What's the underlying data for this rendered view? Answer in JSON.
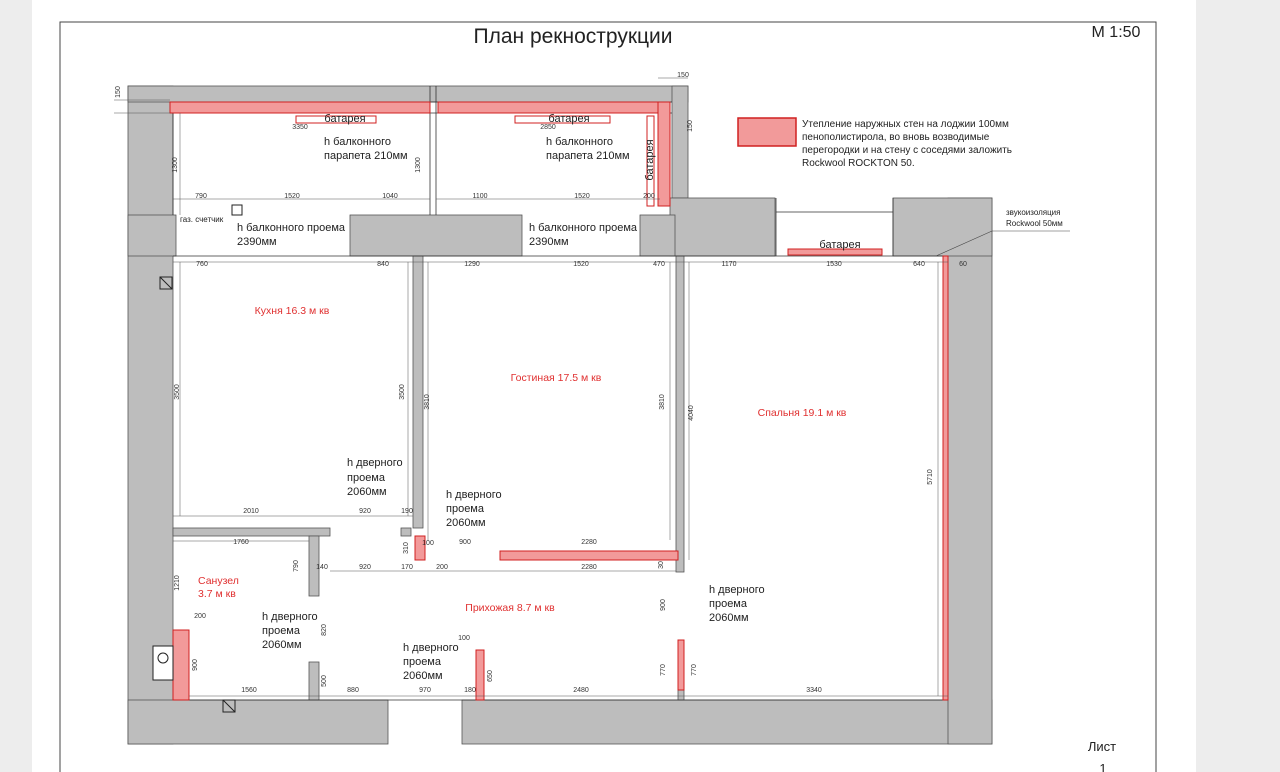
{
  "sheet": {
    "title": "План рекнострукции",
    "scale": "М 1:50",
    "sheet_label": "Лист",
    "sheet_number": "1"
  },
  "legend": {
    "swatch_color": "#f29a9a",
    "lines": [
      "Утепление наружных стен на лоджии 100мм",
      "пенополистирола, во вновь возводимые",
      "перегородки и на стену с соседями заложить",
      "Rockwool ROCKTON 50."
    ]
  },
  "rooms": {
    "kitchen": "Кухня 16.3 м кв",
    "living": "Гостиная 17.5 м кв",
    "bedroom": "Спальня 19.1 м кв",
    "bathroom": [
      "Санузел",
      "3.7 м кв"
    ],
    "hallway": "Прихожая 8.7 м кв"
  },
  "labels": {
    "radiator": "батарея",
    "gas_meter": "газ. счетчик",
    "parapet": [
      "h балконного",
      "парапета 210мм"
    ],
    "balcony_opening": [
      "h балконного проема",
      "2390мм"
    ],
    "door_opening": [
      "h дверного",
      "проема",
      "2060мм"
    ],
    "soundproofing": [
      "звукоизоляция",
      "Rockwool 50мм"
    ]
  },
  "dimensions": {
    "d150a": "150",
    "d150b": "150",
    "d150c": "150",
    "d3350": "3350",
    "d2850": "2850",
    "d1300a": "1300",
    "d1300b": "1300",
    "d790": "790",
    "d1520a": "1520",
    "d1040": "1040",
    "d1100": "1100",
    "d1520b": "1520",
    "d200a": "200",
    "d760": "760",
    "d840": "840",
    "d1290": "1290",
    "d1520c": "1520",
    "d470": "470",
    "d1170": "1170",
    "d1530": "1530",
    "d640": "640",
    "d60": "60",
    "d3500a": "3500",
    "d3500b": "3500",
    "d3810a": "3810",
    "d3810b": "3810",
    "d4040": "4040",
    "d5710": "5710",
    "d2010": "2010",
    "d920a": "920",
    "d190": "190",
    "d1760": "1760",
    "d900a": "900",
    "d2280a": "2280",
    "d310": "310",
    "d100a": "100",
    "d140": "140",
    "d920b": "920",
    "d170": "170",
    "d200b": "200",
    "d2280b": "2280",
    "d30": "30",
    "d790b": "790",
    "d1210": "1210",
    "d200c": "200",
    "d900b": "900",
    "d820": "820",
    "d100b": "100",
    "d900c": "900",
    "d650": "650",
    "d500": "500",
    "d770a": "770",
    "d770b": "770",
    "d1560": "1560",
    "d880": "880",
    "d970": "970",
    "d180": "180",
    "d2480": "2480",
    "d3340": "3340"
  }
}
